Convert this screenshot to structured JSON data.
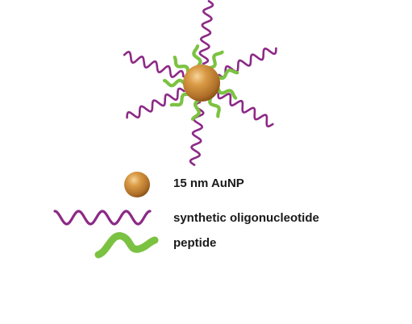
{
  "legend": {
    "aunp_label": "15 nm AuNP",
    "oligo_label": "synthetic oligonucleotide",
    "peptide_label": "peptide"
  },
  "colors": {
    "gold": "#c98a32",
    "oligonucleotide": "#8c2a86",
    "peptide": "#7cc242",
    "text": "#1a1a1a"
  },
  "diagram": {
    "oligonucleotide_strand_count": 6,
    "peptide_count": 9
  }
}
